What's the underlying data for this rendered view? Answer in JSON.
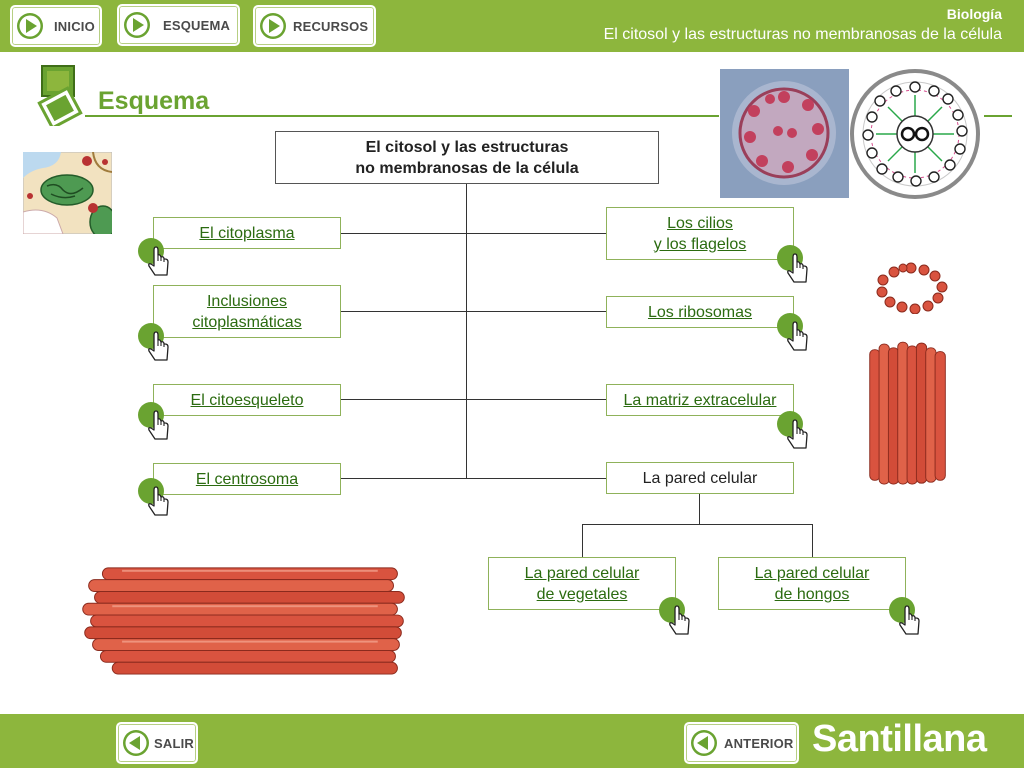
{
  "header": {
    "nav": [
      {
        "label": "INICIO"
      },
      {
        "label": "ESQUEMA"
      },
      {
        "label": "RECURSOS"
      }
    ],
    "subject": "Biología",
    "unit_title": "El citosol y las estructuras no membranosas de la célula"
  },
  "page": {
    "title": "Esquema"
  },
  "scheme": {
    "root_line1": "El citosol y las estructuras",
    "root_line2": "no membranosas de la célula",
    "left": [
      {
        "line1": "El citoplasma",
        "line2": ""
      },
      {
        "line1": "Inclusiones",
        "line2": "citoplasmáticas"
      },
      {
        "line1": "El citoesqueleto",
        "line2": ""
      },
      {
        "line1": "El centrosoma",
        "line2": ""
      }
    ],
    "right": [
      {
        "line1": "Los cilios",
        "line2": "y los flagelos"
      },
      {
        "line1": "Los ribosomas",
        "line2": ""
      },
      {
        "line1": "La matriz extracelular",
        "line2": ""
      },
      {
        "line1": "La pared celular",
        "line2": ""
      }
    ],
    "pared": [
      {
        "line1": "La pared celular",
        "line2": "de vegetales"
      },
      {
        "line1": "La pared celular",
        "line2": "de hongos"
      }
    ]
  },
  "footer": {
    "exit_label": "SALIR",
    "prev_label": "ANTERIOR",
    "brand": "Santillana"
  },
  "colors": {
    "bar_green": "#8db63d",
    "title_green": "#6aa331",
    "link_green": "#2b6b10",
    "tubule_red": "#d9533f"
  },
  "icons": {
    "nav": "play-arrow-icon",
    "back": "back-arrow-icon",
    "link": "hand-pointer-icon"
  }
}
